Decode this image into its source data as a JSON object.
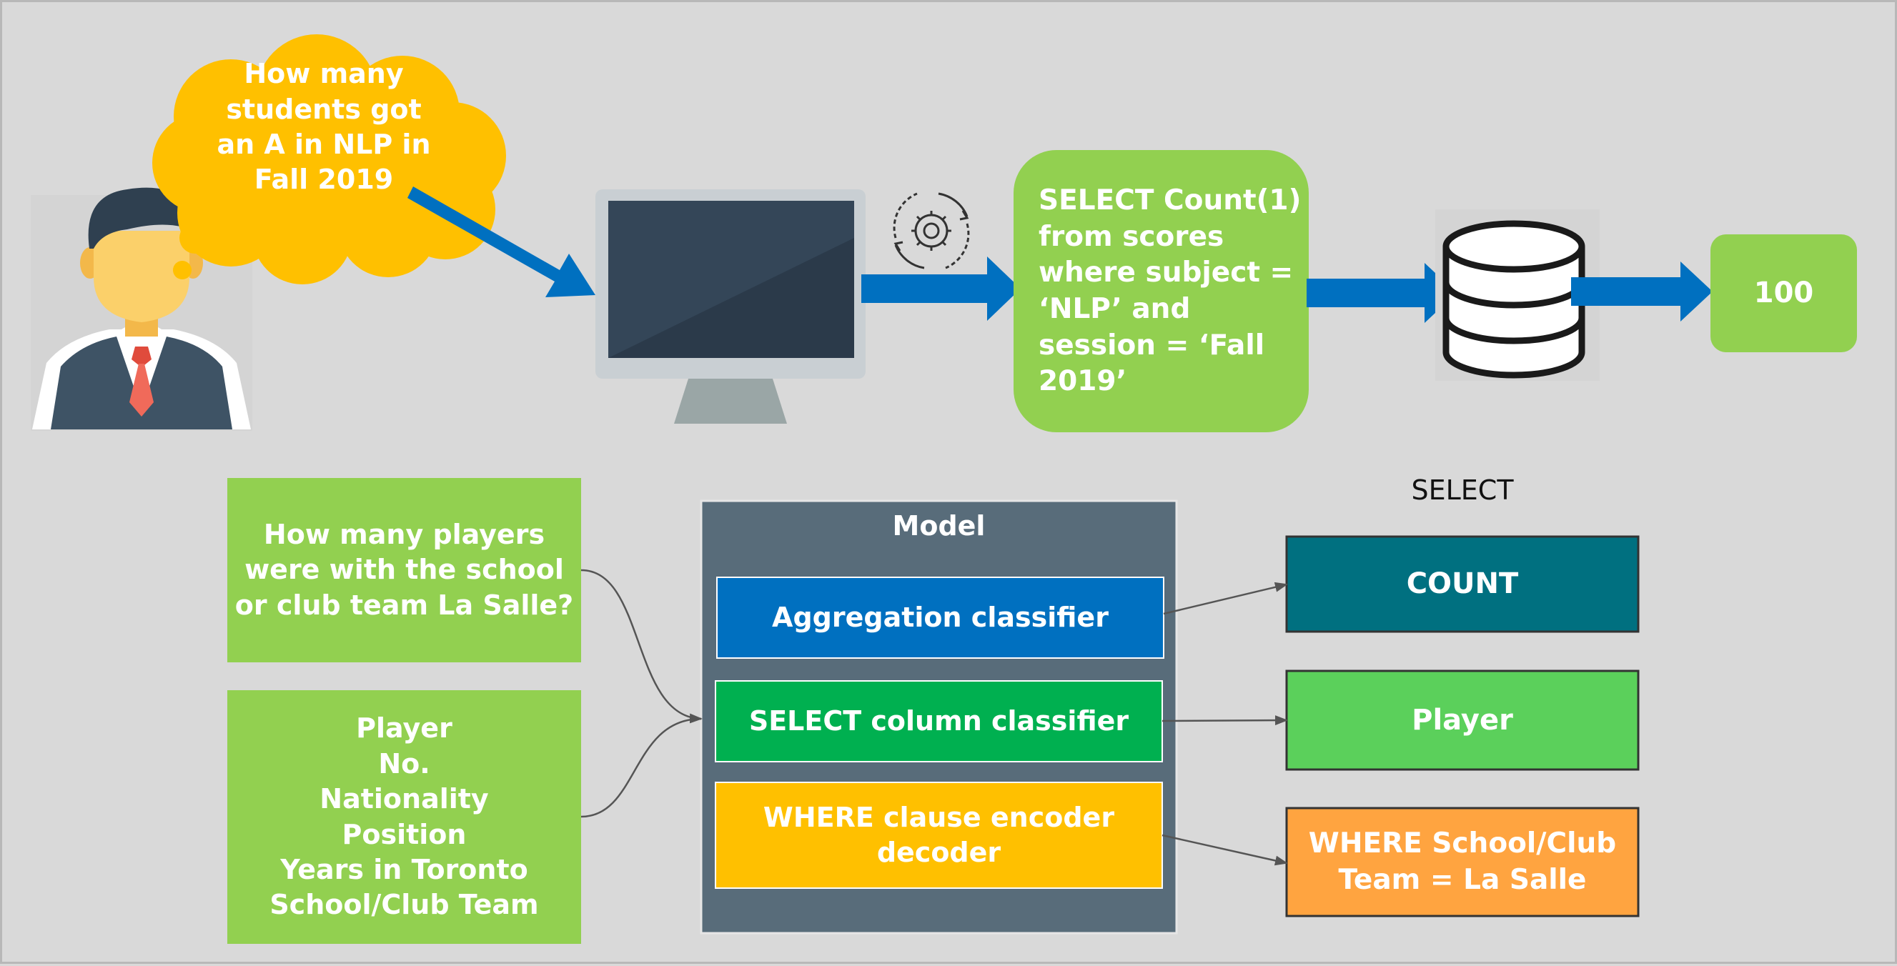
{
  "question_bubble": {
    "text": "How many\nstudents got\nan A in NLP in\nFall 2019"
  },
  "sql_query": {
    "text": "SELECT Count(1)\nfrom scores\nwhere subject =\n‘NLP’ and\nsession = ‘Fall\n2019’"
  },
  "result": {
    "value": "100"
  },
  "question_box": {
    "text": "How many players\nwere with the school\nor club team La Salle?"
  },
  "columns_box": {
    "items": [
      "Player",
      "No.",
      "Nationality",
      "Position",
      "Years in Toronto",
      "School/Club Team"
    ]
  },
  "model": {
    "title": "Model",
    "aggregation": "Aggregation classifier",
    "select_column": "SELECT column classifier",
    "where_clause": "WHERE clause encoder\ndecoder"
  },
  "outputs": {
    "header": "SELECT",
    "count": "COUNT",
    "player": "Player",
    "where": "WHERE School/Club\nTeam = La Salle"
  },
  "icons": [
    "person-icon",
    "monitor-icon",
    "gear-cycle-icon",
    "database-icon",
    "arrow-icon"
  ],
  "colors": {
    "background": "#d9d9d9",
    "green_box": "#92d050",
    "yellow_bubble": "#ffc000",
    "blue_arrow": "#0070c0",
    "model_bg": "#586c7a",
    "aggregation": "#0070c0",
    "select_column": "#00b050",
    "where_clause": "#ffc000",
    "count_output": "#007080",
    "player_output": "#5bd05b",
    "where_output": "#ffa440"
  }
}
